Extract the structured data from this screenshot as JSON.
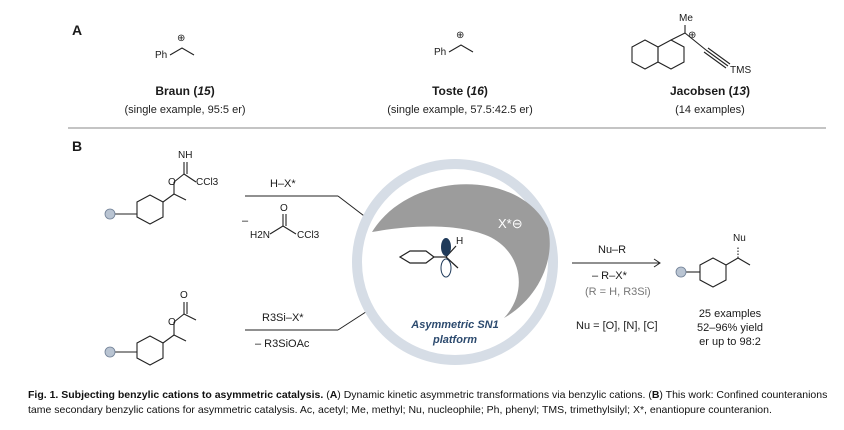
{
  "panel_a": {
    "letter": "A",
    "refs": [
      {
        "name": "Braun",
        "ref": "15",
        "note": "(single example, 95:5 er)",
        "ph": "Ph",
        "charge": "⊕"
      },
      {
        "name": "Toste",
        "ref": "16",
        "note": "(single example, 57.5:42.5 er)",
        "ph": "Ph",
        "charge": "⊕"
      },
      {
        "name": "Jacobsen",
        "ref": "13",
        "note": "(14 examples)",
        "me": "Me",
        "tms": "TMS",
        "charge": "⊕"
      }
    ]
  },
  "panel_b": {
    "letter": "B",
    "top_substrate": {
      "nh": "NH",
      "o": "O",
      "ccl3": "CCl3"
    },
    "top_reagent": "H–X*",
    "top_byproduct": {
      "minus": "–",
      "o": "O",
      "h2n": "H2N",
      "ccl3": "CCl3"
    },
    "bottom_substrate": {
      "o_carbonyl": "O",
      "o_ester": "O"
    },
    "bottom_reagent": "R3Si–X*",
    "bottom_byproduct": "– R3SiOAc",
    "anion": "X*⊖",
    "cation_h": "H",
    "platform": {
      "line1": "Asymmetric SN1",
      "line2": "platform"
    },
    "right_reagent": "Nu–R",
    "right_byproduct": "– R–X*",
    "right_note": "(R = H, R3Si)",
    "nu_types": "Nu = [O], [N], [C]",
    "product_label": "Nu",
    "results": [
      "25 examples",
      "52–96% yield",
      "er up to 98:2"
    ]
  },
  "caption": {
    "fig": "Fig. 1. Subjecting benzylic cations to asymmetric catalysis.",
    "a_label": "A",
    "a_text": "Dynamic kinetic asymmetric transformations via benzylic cations.",
    "b_label": "B",
    "b_text": "This work: Confined counteranions tame secondary benzylic cations for asymmetric catalysis. Ac, acetyl; Me, methyl; Nu, nucleophile; Ph, phenyl; TMS, trimethylsilyl; X*, enantiopure counteranion."
  },
  "colors": {
    "platform_ring": "#d6dde6",
    "crescent": "#9c9c9c",
    "substituent_circle": "#b9c4d2",
    "platform_text": "#2c4a6e"
  }
}
